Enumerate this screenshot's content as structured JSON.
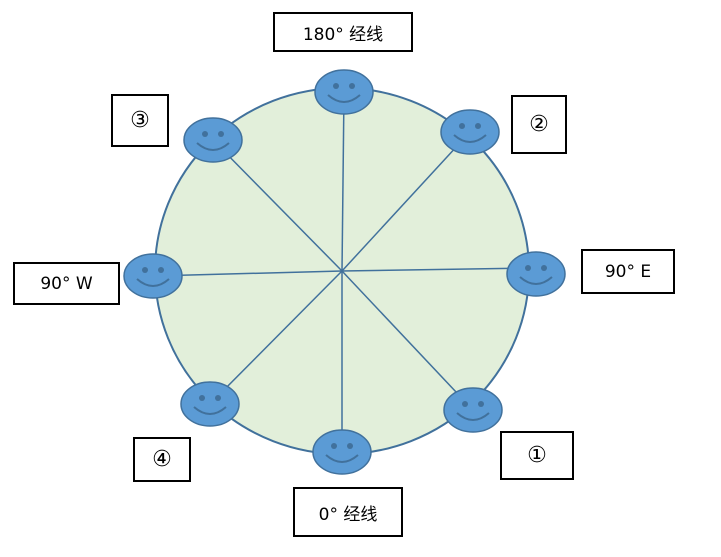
{
  "diagram": {
    "fill_color": "#e2efda",
    "stroke_color": "#41719c",
    "face_color": "#5b9bd5",
    "face_stroke": "#41719c",
    "labels": {
      "top": "180° 经线",
      "bottom": "0° 经线",
      "east": "90° E",
      "west": "90° W",
      "pos1": "①",
      "pos2": "②",
      "pos3": "③",
      "pos4": "④"
    }
  }
}
